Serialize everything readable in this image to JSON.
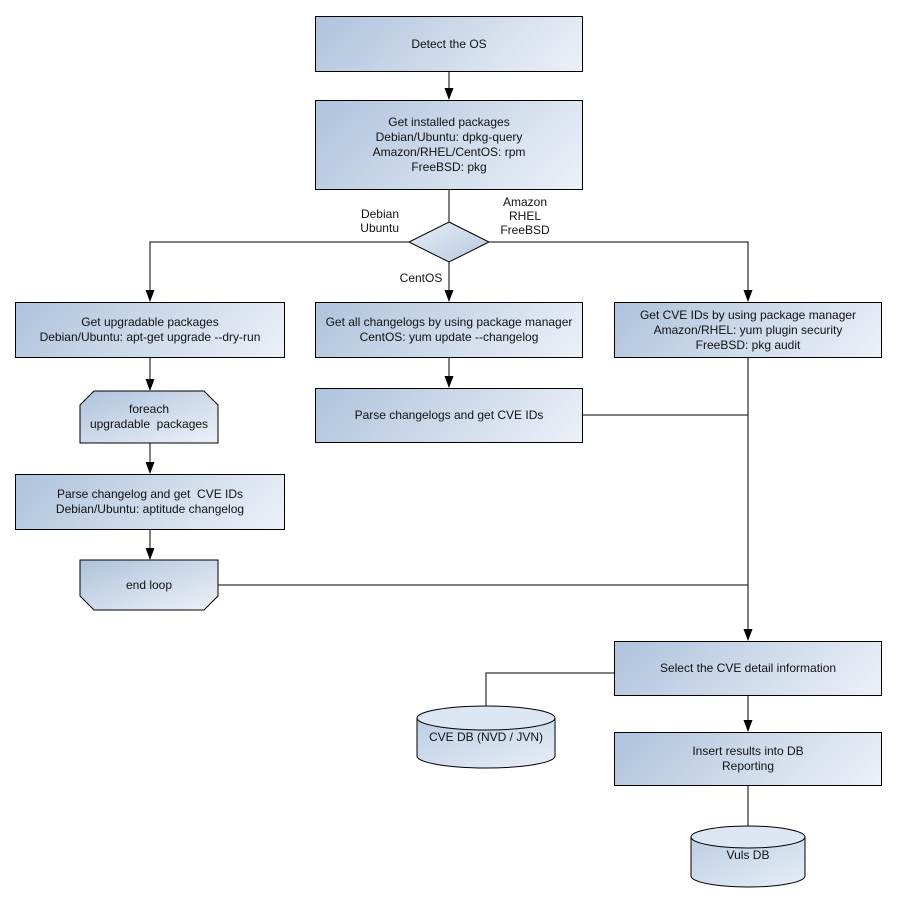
{
  "colors": {
    "background": "#ffffff",
    "node_border": "#000000",
    "node_fill_dark": "#aec3dd",
    "node_fill_light": "#edf1f8",
    "cylinder_top_fill": "#dde7f3",
    "text": "#111111"
  },
  "nodes": {
    "detect_os": "Detect the OS",
    "get_installed_packages": "Get installed packages\nDebian/Ubuntu: dpkg-query\nAmazon/RHEL/CentOS: rpm\nFreeBSD: pkg",
    "get_upgradable_packages": "Get upgradable packages\nDebian/Ubuntu: apt-get upgrade --dry-run",
    "foreach_loop": "foreach\nupgradable  packages",
    "parse_changelog_debian": "Parse changelog and get  CVE IDs\nDebian/Ubuntu: aptitude changelog",
    "end_loop": "end loop",
    "get_all_changelogs": "Get all changelogs by using package manager\nCentOS: yum update --changelog",
    "parse_changelogs_centos": "Parse changelogs and get CVE IDs",
    "get_cve_ids_pkg_manager": "Get CVE IDs by using package manager\nAmazon/RHEL: yum plugin security\nFreeBSD: pkg audit",
    "select_cve_detail": "Select the CVE detail information",
    "insert_results": "Insert results into DB\nReporting",
    "cve_db": "CVE DB (NVD / JVN)",
    "vuls_db": "Vuls DB"
  },
  "edge_labels": {
    "debian_ubuntu": "Debian\nUbuntu",
    "amazon_rhel_freebsd": "Amazon\nRHEL\nFreeBSD",
    "centos": "CentOS"
  }
}
